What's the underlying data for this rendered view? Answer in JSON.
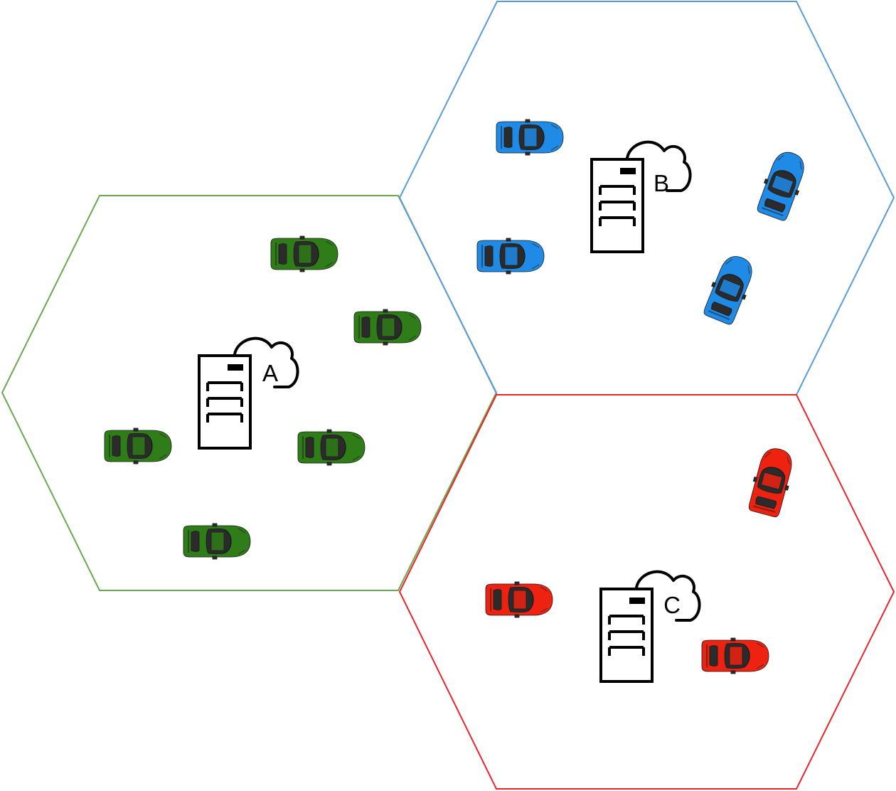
{
  "colors": {
    "cell_a_border": "#6aa84f",
    "cell_b_border": "#5b9bd5",
    "cell_c_border": "#e8262a",
    "car_green": "#2f7d18",
    "car_blue": "#1f8be6",
    "car_red": "#ee2210",
    "server_stroke": "#000000"
  },
  "cells": [
    {
      "id": "cell-a",
      "label": "A",
      "car_count": 5,
      "car_color": "green"
    },
    {
      "id": "cell-b",
      "label": "B",
      "car_count": 4,
      "car_color": "blue"
    },
    {
      "id": "cell-c",
      "label": "C",
      "car_count": 3,
      "car_color": "red"
    }
  ],
  "icons": [
    "server-cloud-icon",
    "car-icon"
  ]
}
